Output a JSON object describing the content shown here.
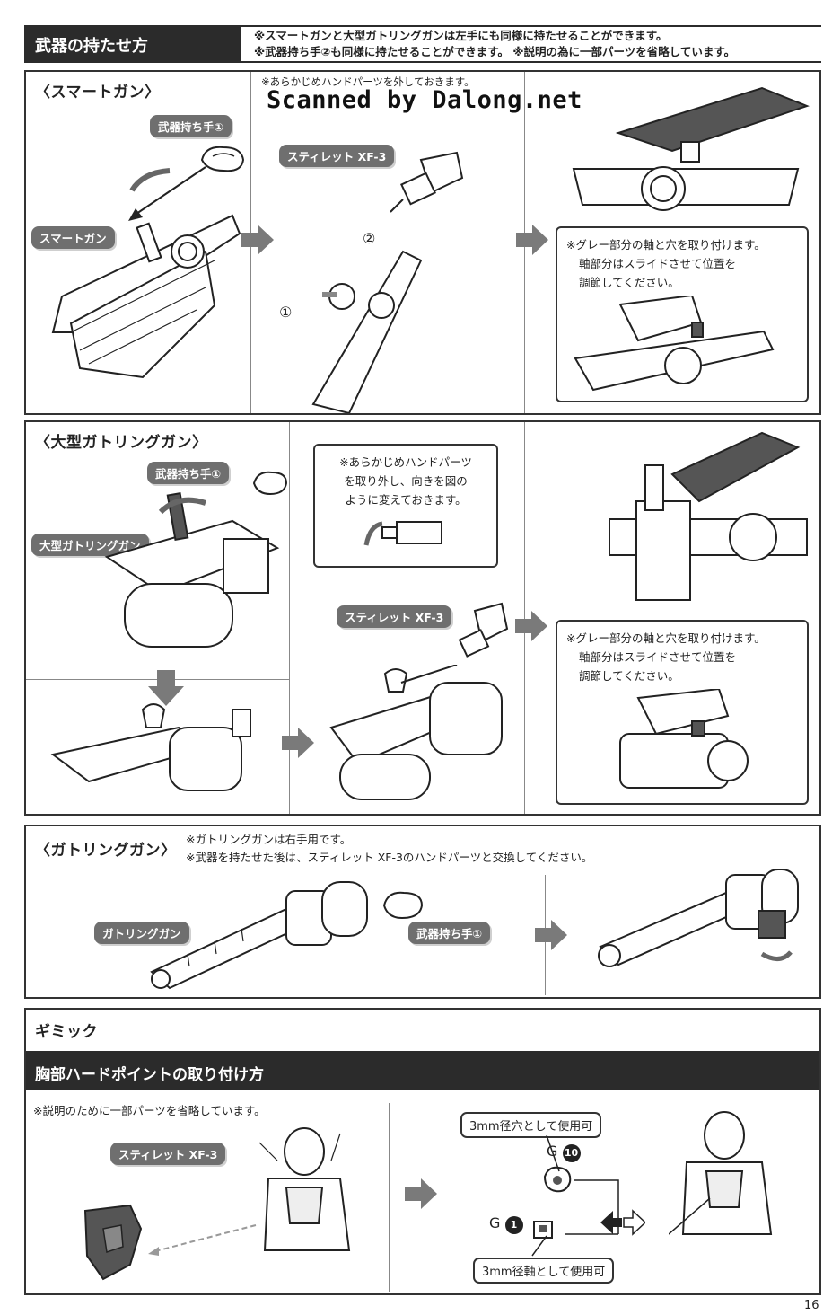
{
  "header": {
    "title": "武器の持たせ方",
    "note_line1": "※スマートガンと大型ガトリングガンは左手にも同様に持たせることができます。",
    "note_line2": "※武器持ち手②も同様に持たせることができます。 ※説明の為に一部パーツを省略しています。"
  },
  "watermark": "Scanned by Dalong.net",
  "smart_gun": {
    "title": "〈スマートガン〉",
    "label_hand": "武器持ち手①",
    "label_weapon": "スマートガン",
    "note_remove_hand": "※あらかじめハンドパーツを外しておきます。",
    "label_stylet": "スティレット XF-3",
    "step1": "①",
    "step2": "②",
    "callout": [
      "※グレー部分の軸と穴を取り付けます。",
      "軸部分はスライドさせて位置を",
      "調節してください。"
    ]
  },
  "large_gatling": {
    "title": "〈大型ガトリングガン〉",
    "label_hand": "武器持ち手①",
    "label_weapon": "大型ガトリングガン",
    "bubble": [
      "※あらかじめハンドパーツ",
      "を取り外し、向きを図の",
      "ように変えておきます。"
    ],
    "label_stylet": "スティレット XF-3",
    "callout": [
      "※グレー部分の軸と穴を取り付けます。",
      "軸部分はスライドさせて位置を",
      "調節してください。"
    ]
  },
  "gatling": {
    "title": "〈ガトリングガン〉",
    "note1": "※ガトリングガンは右手用です。",
    "note2": "※武器を持たせた後は、スティレット XF-3のハンドパーツと交換してください。",
    "label_weapon": "ガトリングガン",
    "label_hand": "武器持ち手①"
  },
  "gimmick": {
    "title": "ギミック",
    "subtitle": "胸部ハードポイントの取り付け方",
    "note": "※説明のために一部パーツを省略しています。",
    "label_stylet": "スティレット XF-3",
    "label_hole": "3mm径穴として使用可",
    "label_axis": "3mm径軸として使用可",
    "part_g10_letter": "G",
    "part_g10_num": "10",
    "part_g1_letter": "G",
    "part_g1_num": "1"
  },
  "page_number": "16",
  "colors": {
    "header_bg": "#2b2b2b",
    "label_bg": "#6f6f6f",
    "arrow": "#7a7a7a"
  }
}
